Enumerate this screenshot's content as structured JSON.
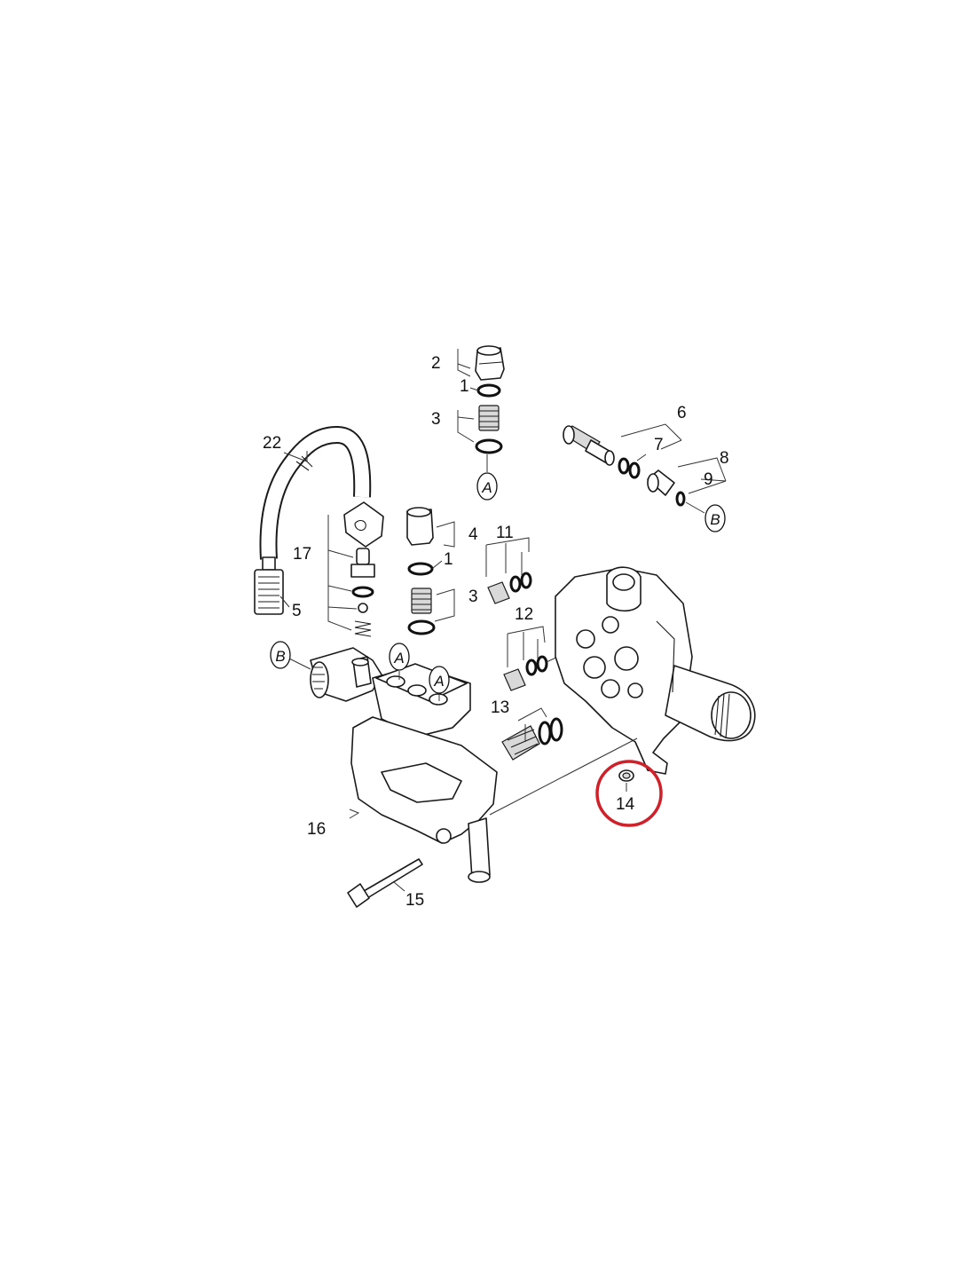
{
  "labels": {
    "p1a": "1",
    "p1b": "1",
    "p2": "2",
    "p3a": "3",
    "p3b": "3",
    "p4": "4",
    "p5": "5",
    "p6": "6",
    "p7": "7",
    "p8": "8",
    "p9": "9",
    "p11": "11",
    "p12": "12",
    "p13": "13",
    "p14": "14",
    "p15": "15",
    "p16": "16",
    "p17": "17",
    "p22": "22"
  },
  "callouts": {
    "a_top": "A",
    "a_left": "A",
    "a_right": "A",
    "b_right": "B",
    "b_left": "B"
  },
  "highlight": {
    "color": "#d0202a",
    "part": "14"
  }
}
